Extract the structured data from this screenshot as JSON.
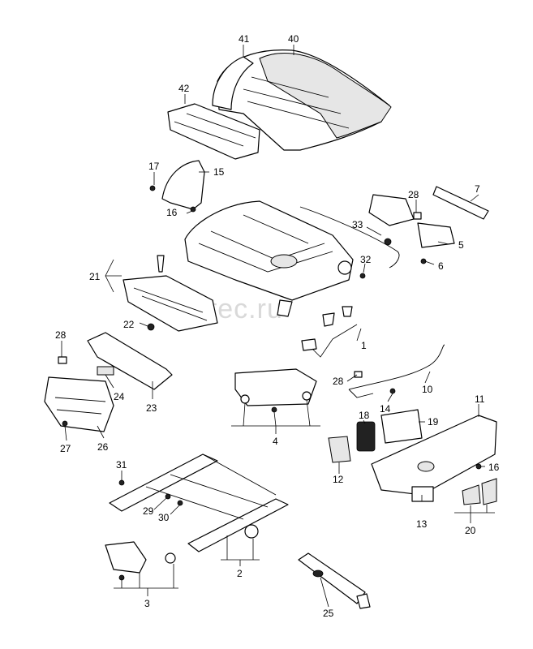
{
  "watermark": "vagtec.ru",
  "callouts": {
    "c1": "1",
    "c2": "2",
    "c3": "3",
    "c4": "4",
    "c5": "5",
    "c6": "6",
    "c7": "7",
    "c10": "10",
    "c11": "11",
    "c12": "12",
    "c13": "13",
    "c14": "14",
    "c15": "15",
    "c16a": "16",
    "c16b": "16",
    "c17": "17",
    "c18": "18",
    "c19": "19",
    "c20": "20",
    "c21": "21",
    "c22": "22",
    "c23": "23",
    "c24": "24",
    "c25": "25",
    "c26": "26",
    "c27": "27",
    "c28a": "28",
    "c28b": "28",
    "c28c": "28",
    "c29": "29",
    "c30": "30",
    "c31": "31",
    "c32": "32",
    "c33": "33",
    "c40": "40",
    "c41": "41",
    "c42": "42"
  }
}
